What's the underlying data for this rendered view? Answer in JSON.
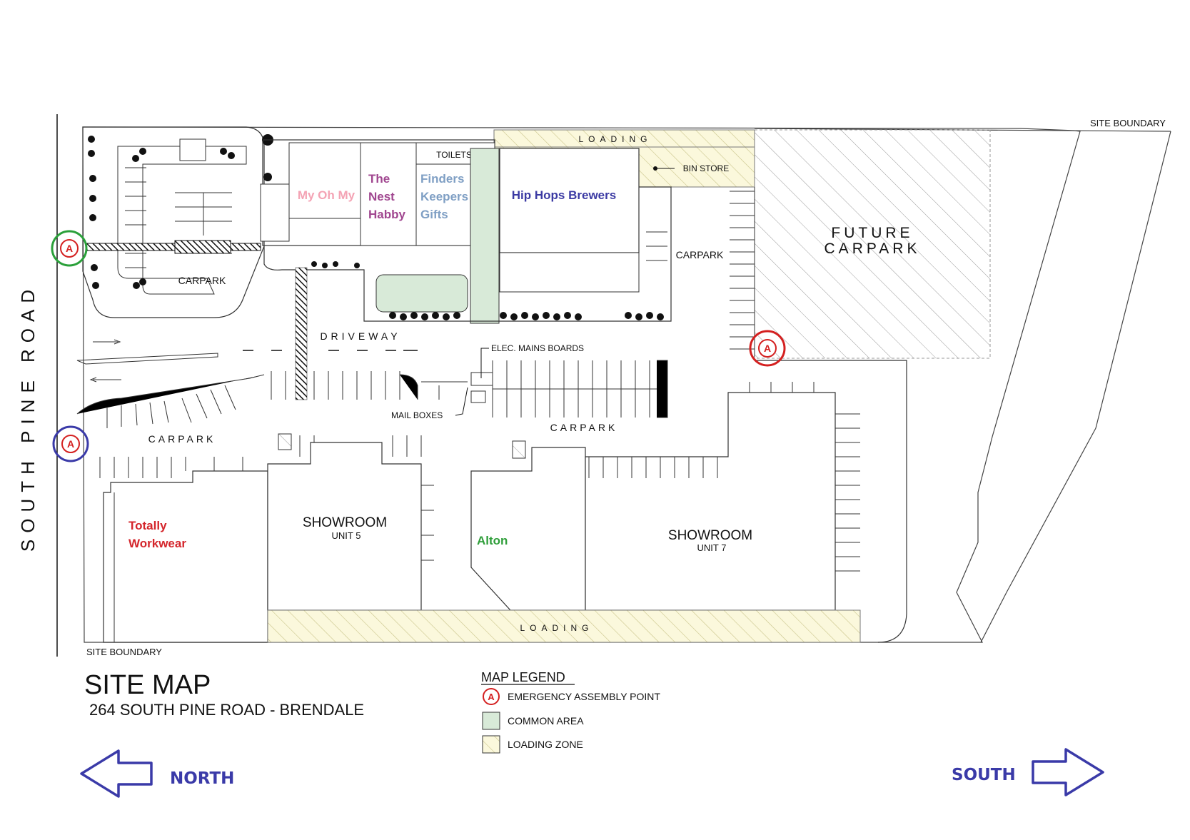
{
  "labels": {
    "site_boundary_top": "SITE BOUNDARY",
    "site_boundary_bottom": "SITE BOUNDARY",
    "road": "SOUTH PINE ROAD",
    "loading_top": "LOADING",
    "loading_bottom": "LOADING",
    "toilets": "TOILETS",
    "bin_store": "BIN STORE",
    "future_carpark_1": "FUTURE",
    "future_carpark_2": "CARPARK",
    "carpark_nw": "CARPARK",
    "carpark_ne": "CARPARK",
    "carpark_sw": "CARPARK",
    "carpark_mid": "CARPARK",
    "driveway": "DRIVEWAY",
    "elec_mains": "ELEC. MAINS BOARDS",
    "mail_boxes": "MAIL BOXES",
    "showroom5": "SHOWROOM",
    "unit5": "UNIT 5",
    "showroom7": "SHOWROOM",
    "unit7": "UNIT 7",
    "site_map_title": "SITE MAP",
    "site_address": "264 SOUTH PINE ROAD - BRENDALE",
    "north": "NORTH",
    "south": "SOUTH",
    "assembly_symbol": "A"
  },
  "tenants": {
    "my_oh_my": "My Oh My",
    "nest_1": "The",
    "nest_2": "Nest",
    "nest_3": "Habby",
    "finders_1": "Finders",
    "finders_2": "Keepers",
    "finders_3": "Gifts",
    "hip_hops": "Hip Hops Brewers",
    "totally_1": "Totally",
    "totally_2": "Workwear",
    "alton": "Alton"
  },
  "legend": {
    "title": "MAP LEGEND",
    "items": [
      {
        "label": "EMERGENCY ASSEMBLY POINT",
        "symbol": "assembly-point-icon"
      },
      {
        "label": "COMMON AREA",
        "symbol": "common-area-swatch"
      },
      {
        "label": "LOADING ZONE",
        "symbol": "loading-zone-swatch"
      }
    ]
  },
  "colors": {
    "my_oh_my": "#f4a3b4",
    "nest": "#a0468f",
    "finders": "#7f9fc4",
    "hip_hops": "#3b3aa3",
    "totally": "#d4252b",
    "alton": "#2f9e3a",
    "common_area": "#d8ead8",
    "loading_fill": "#fbf8dc",
    "assembly_red": "#d42020",
    "ring_green": "#2aa03a",
    "ring_blue": "#3a3aa8",
    "ring_red": "#d42020",
    "arrow_blue": "#3a3aa8"
  }
}
